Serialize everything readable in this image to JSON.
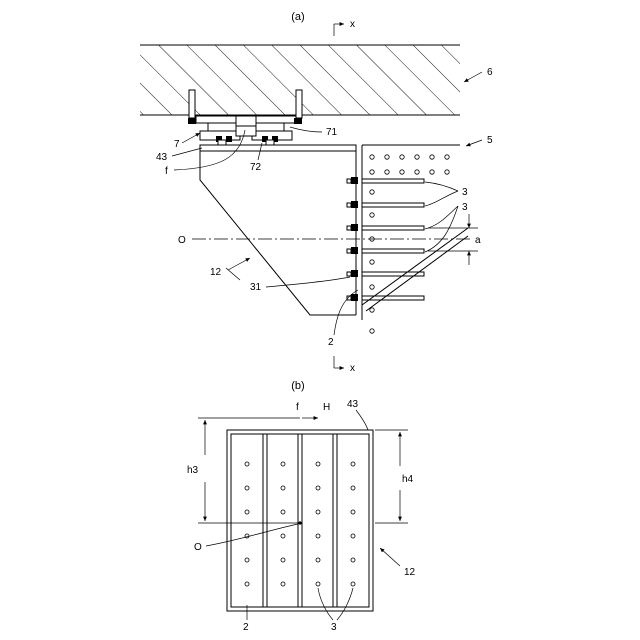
{
  "figure_a": {
    "caption": "(a)",
    "labels": {
      "x_top": "x",
      "x_bottom": "x",
      "slab": "6",
      "bracket_left": "7",
      "plate": "43",
      "fitting": "71",
      "bolt": "72",
      "force": "f",
      "column": "5",
      "plates": "3",
      "plates_lower": "3",
      "spacing": "a",
      "center": "O",
      "frame": "12",
      "bolt_lower": "31",
      "wall": "2"
    }
  },
  "figure_b": {
    "caption": "(b)",
    "labels": {
      "force": "f",
      "direction": "H",
      "plate": "43",
      "height3": "h3",
      "height4": "h4",
      "center": "O",
      "frame": "12",
      "wall": "2",
      "plates": "3"
    }
  }
}
